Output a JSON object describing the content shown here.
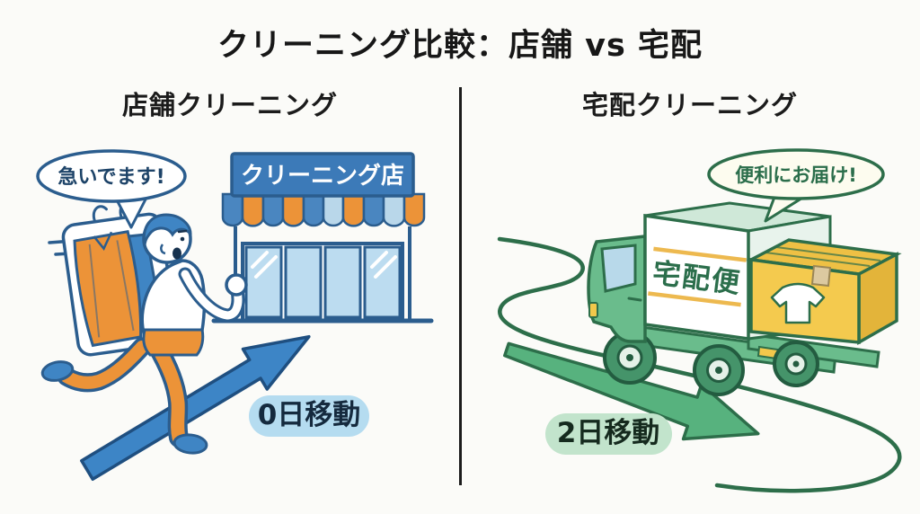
{
  "title": "クリーニング比較：店舗 vs 宅配",
  "left_panel": {
    "heading": "店舗クリーニング",
    "speech_bubble": "急いでます!",
    "store_sign": "クリーニング店",
    "travel_badge": "0日移動"
  },
  "right_panel": {
    "heading": "宅配クリーニング",
    "speech_bubble": "便利にお届け!",
    "truck_sign": "宅配便",
    "travel_badge": "2日移動"
  },
  "icons": {
    "hanger": "hanger-icon",
    "tshirt": "t-shirt-icon"
  },
  "colors": {
    "background": "#fbfbf8",
    "left_outline_blue": "#2b5d8e",
    "left_mid_blue": "#3d85c6",
    "store_sign_bg": "#3c7ab8",
    "awning_pale_blue": "#b9d7ea",
    "window_blue": "#bcdcf0",
    "orange": "#ec9338",
    "left_badge_bg": "#b5dcf0",
    "badge_text": "#152a3e",
    "right_outline_green": "#2d6e4a",
    "truck_green": "#6abc8c",
    "arrow_green": "#57b27e",
    "right_badge_bg": "#c2e4cc",
    "box_yellow": "#f4ca4e",
    "bubble_cream": "#fdfcef",
    "truck_sign_line_yellow": "#edb94f"
  }
}
